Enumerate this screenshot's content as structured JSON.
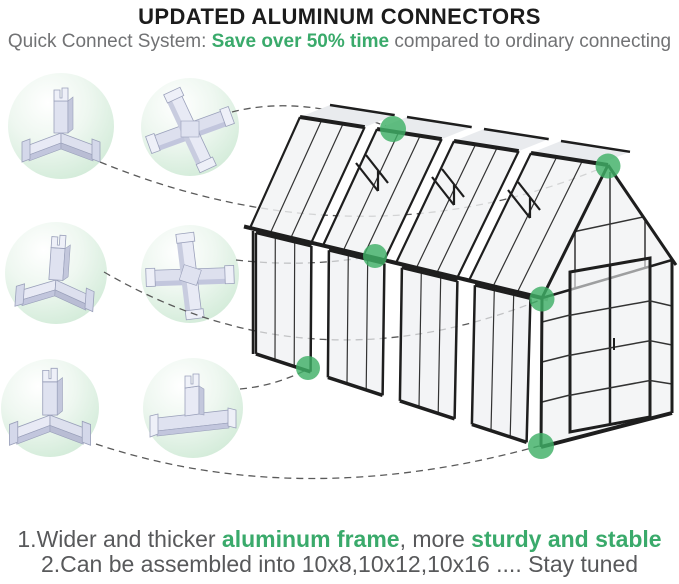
{
  "header": {
    "title": "UPDATED ALUMINUM CONNECTORS",
    "subtitle_prefix": "Quick Connect System: ",
    "subtitle_highlight": "Save over 50% time",
    "subtitle_suffix": " compared to ordinary connecting"
  },
  "callouts": {
    "connector_icons": [
      {
        "id": "corner-3way-connector-icon-1",
        "type": "3-way corner connector"
      },
      {
        "id": "cross-4way-connector-icon-1",
        "type": "4-way cross connector"
      },
      {
        "id": "corner-3way-connector-icon-2",
        "type": "3-way corner connector"
      },
      {
        "id": "cross-4way-connector-icon-2",
        "type": "4-way cross connector"
      },
      {
        "id": "corner-3way-connector-icon-3",
        "type": "3-way corner connector"
      },
      {
        "id": "tee-connector-icon",
        "type": "T connector"
      }
    ],
    "marker_count": 6
  },
  "illustration": {
    "subject": "exploded greenhouse frame line drawing"
  },
  "footer": {
    "line1_prefix": "1.Wider and thicker ",
    "line1_highlight1": "aluminum frame",
    "line1_middle": ", more ",
    "line1_highlight2": "sturdy and stable",
    "line2": "2.Can be assembled into 10x8,10x12,10x16 .... Stay tuned"
  },
  "colors": {
    "accent_green_text": "#3aaa6b",
    "marker_green": "#3fb066",
    "badge_green": "#cde9d4",
    "text_gray": "#58595b",
    "subtitle_gray": "#717274",
    "title_black": "#1c1c1c",
    "frame_black": "#1e1e1e",
    "connector_lavender": "#dfe2f0"
  }
}
